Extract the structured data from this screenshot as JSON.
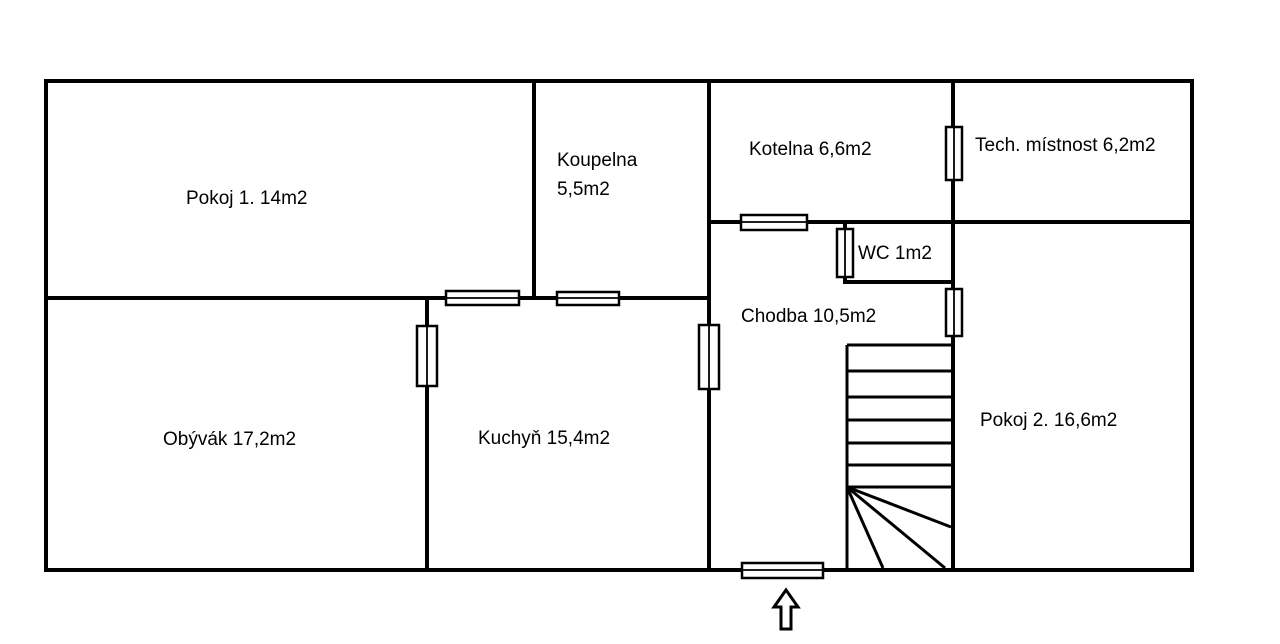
{
  "rooms": {
    "pokoj1": "Pokoj 1. 14m2",
    "koupelna_line1": "Koupelna",
    "koupelna_line2": "5,5m2",
    "kotelna": "Kotelna 6,6m2",
    "tech": "Tech. místnost 6,2m2",
    "wc": "WC 1m2",
    "chodba": "Chodba 10,5m2",
    "obyvak": "Obývák 17,2m2",
    "kuchyn": "Kuchyň 15,4m2",
    "pokoj2": "Pokoj 2. 16,6m2"
  },
  "entrance": {
    "icon": "up-arrow-icon"
  },
  "colors": {
    "line": "#000000",
    "background": "#ffffff"
  }
}
